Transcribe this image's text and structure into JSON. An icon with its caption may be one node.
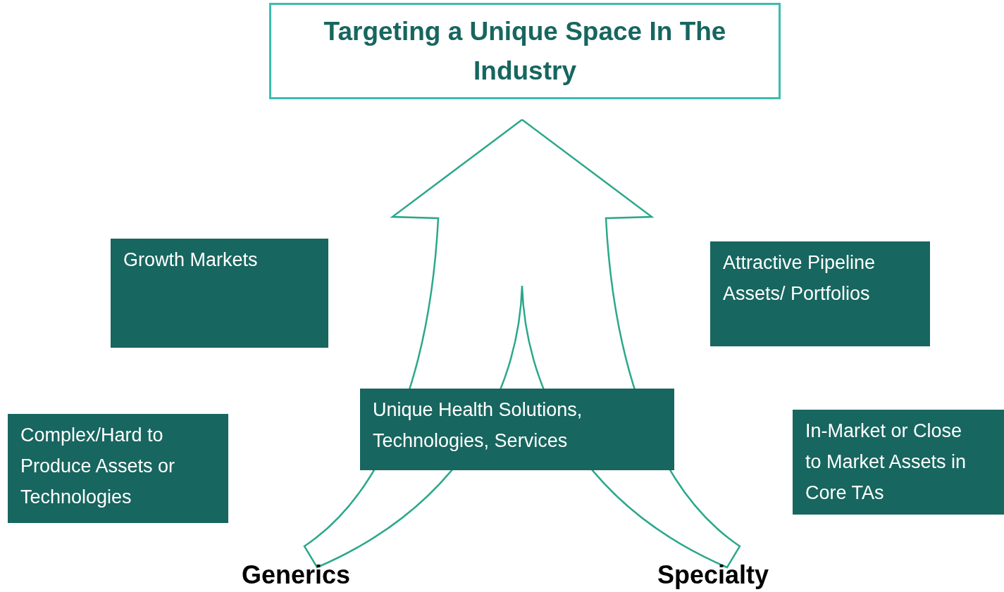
{
  "diagram": {
    "nodes": [
      {
        "text": [
          "Targeting a Unique Space In The Industry"
        ]
      },
      {
        "text": [
          "Growth Markets"
        ]
      },
      {
        "text": [
          "Attractive Pipeline Assets/ Portfolios"
        ]
      },
      {
        "text": [
          "Unique Health Solutions, Technologies, Services"
        ]
      },
      {
        "text": [
          "Complex/Hard to Produce Assets or Technologies"
        ]
      },
      {
        "text": [
          "In-Market or Close to Market Assets in Core TAs"
        ]
      }
    ],
    "labels": [
      "Generics",
      "Specialty"
    ]
  }
}
